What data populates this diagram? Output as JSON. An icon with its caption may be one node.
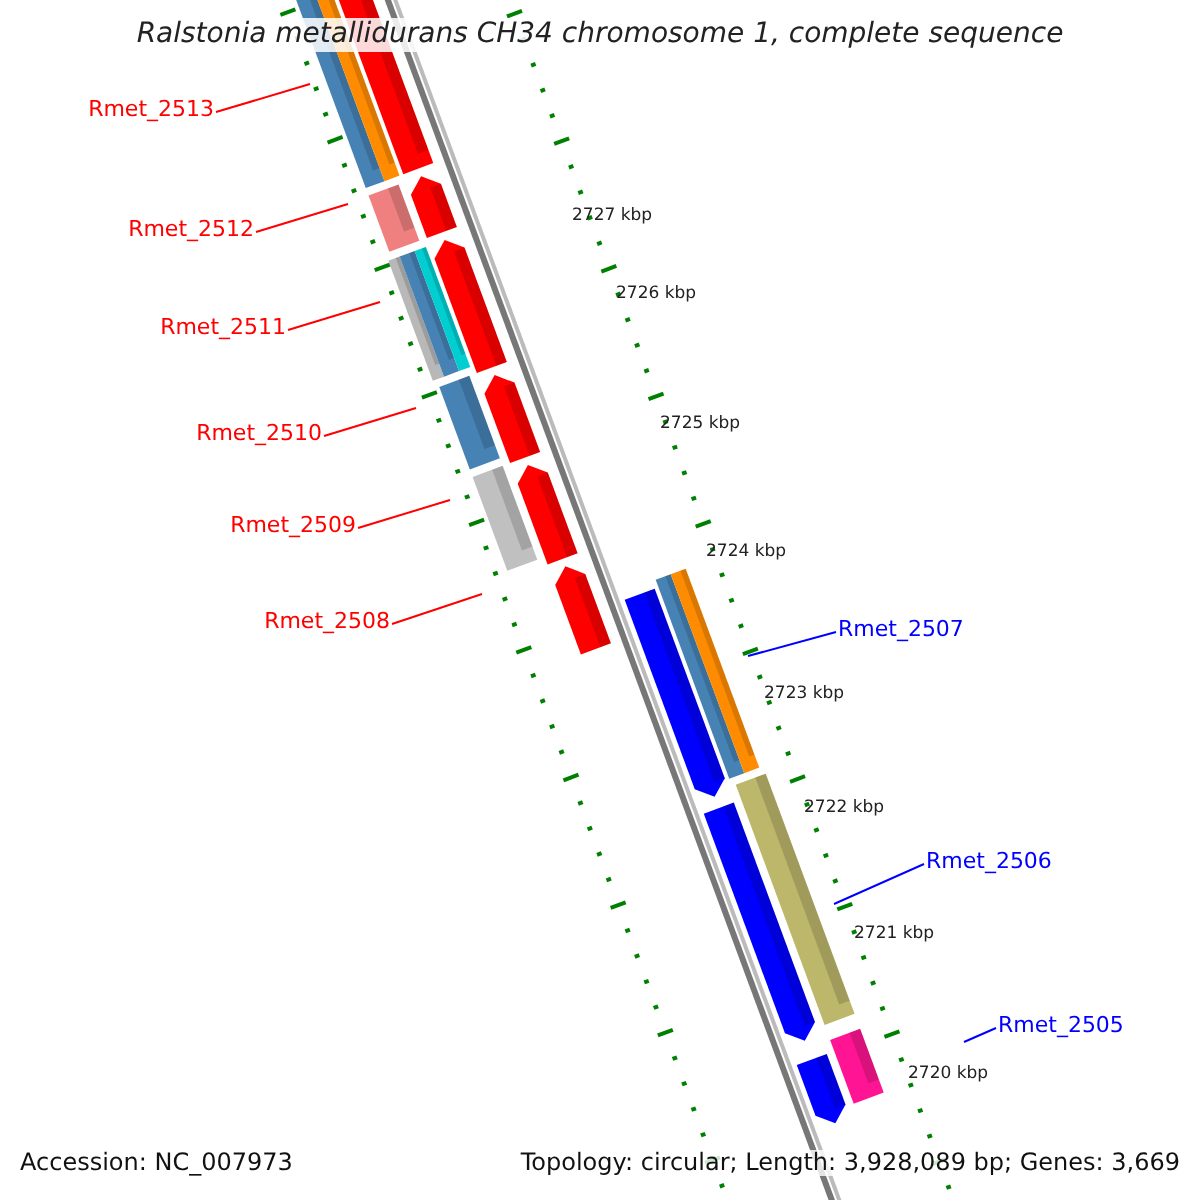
{
  "diagram": {
    "title": "Ralstonia metallidurans CH34 chromosome 1, complete sequence",
    "nodes": [
      {
        "text": [
          "Rmet_2513"
        ]
      },
      {
        "text": [
          "Rmet_2512"
        ]
      },
      {
        "text": [
          "Rmet_2511"
        ]
      },
      {
        "text": [
          "Rmet_2510"
        ]
      },
      {
        "text": [
          "Rmet_2509"
        ]
      },
      {
        "text": [
          "Rmet_2508"
        ]
      },
      {
        "text": [
          "Rmet_2507"
        ]
      },
      {
        "text": [
          "Rmet_2506"
        ]
      },
      {
        "text": [
          "Rmet_2505"
        ]
      }
    ],
    "edges": [
      {
        "from": 0,
        "to": null,
        "arrow": "none"
      },
      {
        "from": 1,
        "to": null,
        "arrow": "none"
      },
      {
        "from": 2,
        "to": null,
        "arrow": "none"
      },
      {
        "from": 3,
        "to": null,
        "arrow": "none"
      },
      {
        "from": 4,
        "to": null,
        "arrow": "none"
      },
      {
        "from": 5,
        "to": null,
        "arrow": "none"
      },
      {
        "from": 6,
        "to": null,
        "arrow": "none",
        "color": "#0000ff"
      },
      {
        "from": 7,
        "to": null,
        "arrow": "none",
        "color": "#0000ff"
      },
      {
        "from": 8,
        "to": null,
        "arrow": "none",
        "color": "#0000ff"
      }
    ],
    "labels": [
      "2727 kbp",
      "2726 kbp",
      "2725 kbp",
      "2724 kbp",
      "2723 kbp",
      "2722 kbp",
      "2721 kbp",
      "2720 kbp",
      "Accession: NC_007973",
      "Topology: circular; Length: 3,928,089 bp; Genes: 3,669"
    ]
  }
}
